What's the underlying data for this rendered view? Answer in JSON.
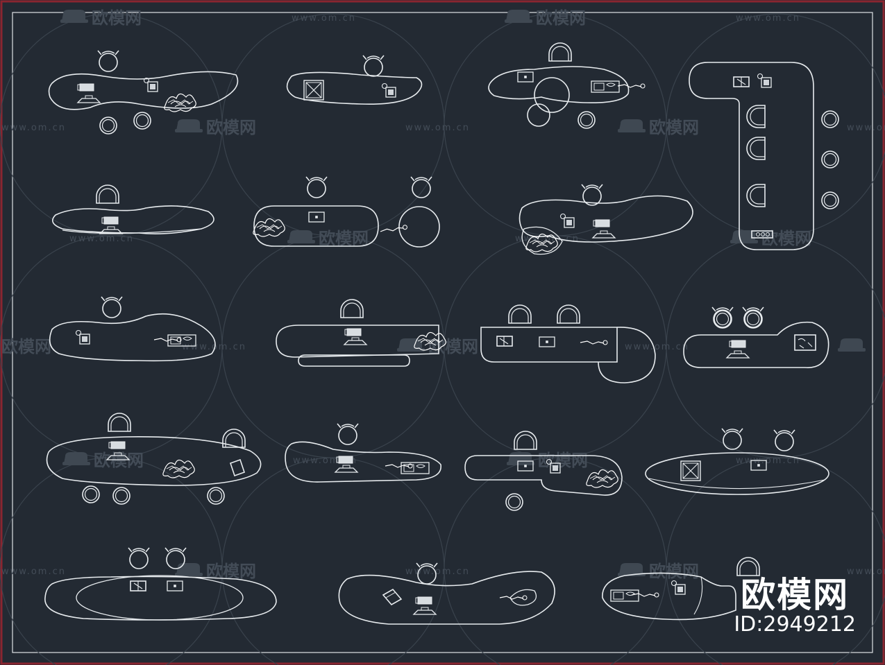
{
  "colors": {
    "background": "#232a33",
    "line": "#e8ecef",
    "frame_outer": "#8a2530",
    "watermark": "#3f4852"
  },
  "watermark": {
    "logo_text": "欧模网",
    "url_text": "www.om.cn"
  },
  "brand": {
    "name": "欧模网",
    "id_label": "ID:2949212"
  }
}
